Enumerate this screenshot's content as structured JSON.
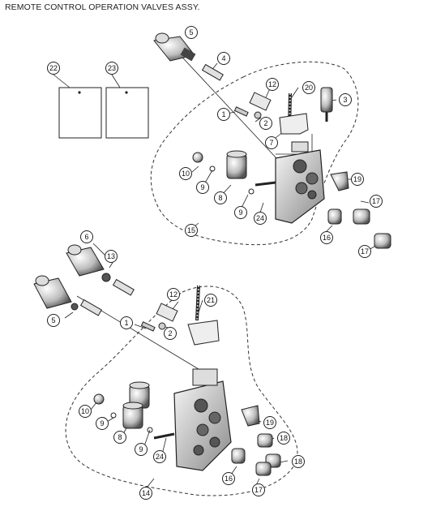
{
  "title": "REMOTE CONTROL OPERATION VALVES ASSY.",
  "callouts": {
    "c1a": "1",
    "c2a": "2",
    "c3": "3",
    "c4": "4",
    "c5a": "5",
    "c7": "7",
    "c8a": "8",
    "c9a": "9",
    "c9b": "9",
    "c10a": "10",
    "c12a": "12",
    "c15": "15",
    "c16a": "16",
    "c17a": "17",
    "c17b": "17",
    "c19a": "19",
    "c20": "20",
    "c22": "22",
    "c23": "23",
    "c24a": "24",
    "c6": "6",
    "c13": "13",
    "c5b": "5",
    "c12b": "12",
    "c21": "21",
    "c1b": "1",
    "c2b": "2",
    "c10b": "10",
    "c9c": "9",
    "c8b": "8",
    "c9d": "9",
    "c24b": "24",
    "c19b": "19",
    "c18a": "18",
    "c18b": "18",
    "c16b": "16",
    "c17c": "17",
    "c14": "14"
  }
}
